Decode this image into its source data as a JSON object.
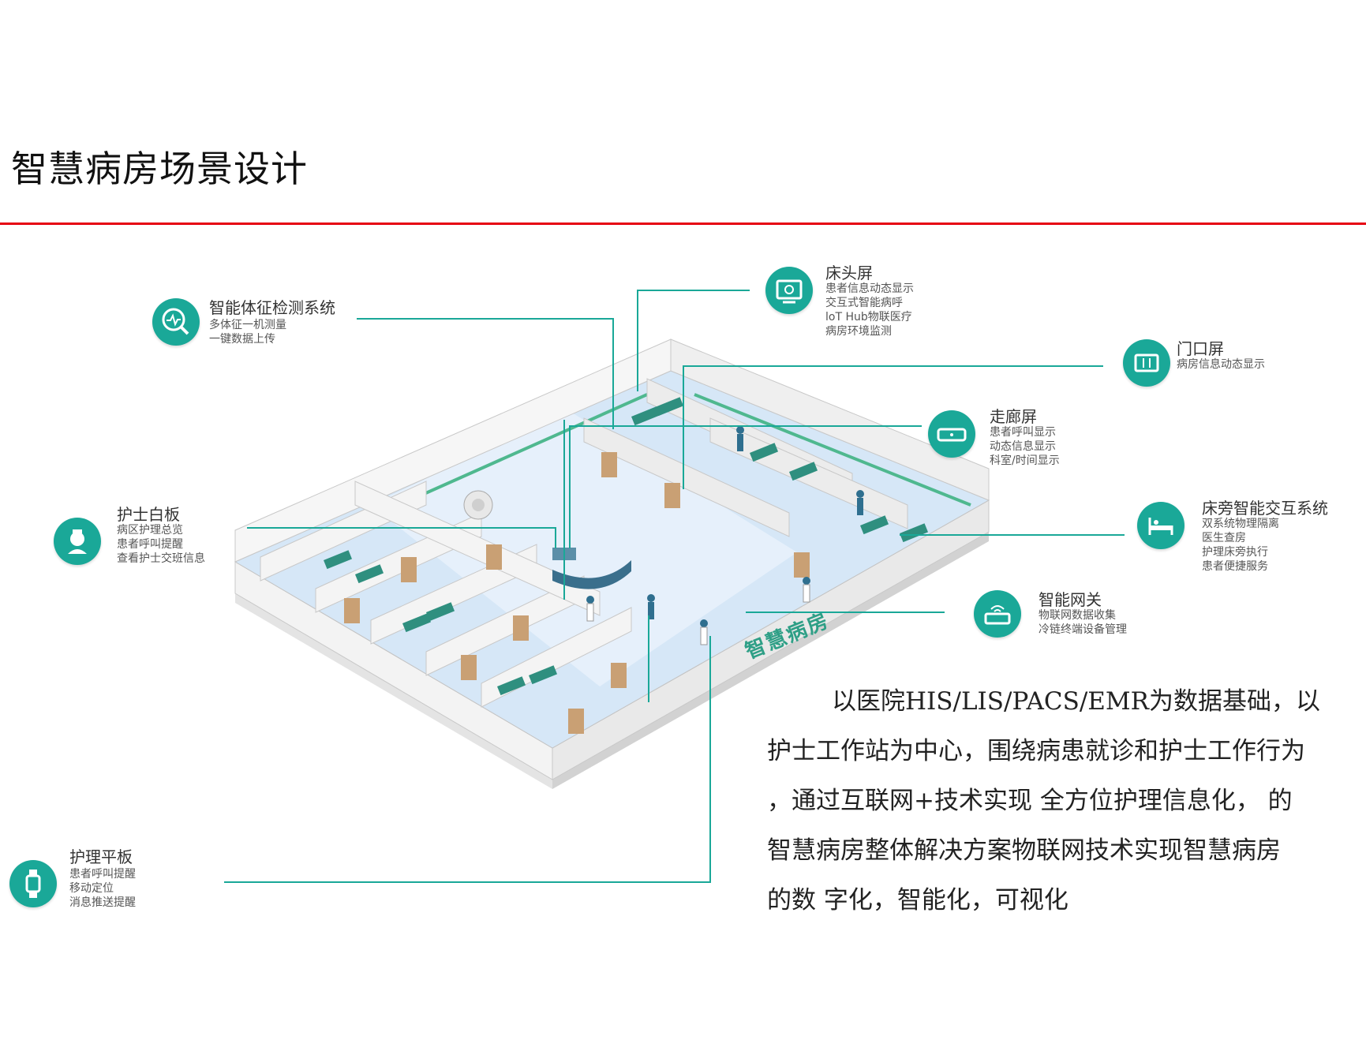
{
  "title": "智慧病房场景设计",
  "floor_label": "智慧病房",
  "colors": {
    "accent": "#1aa898",
    "rule": "#e60012",
    "floor": "#d6e7f7",
    "wall": "#eeeeee"
  },
  "callouts": [
    {
      "key": "vitals",
      "title": "智能体征检测系统",
      "icon": "vitals-search-icon",
      "lines": [
        "多体征一机测量",
        "一键数据上传"
      ]
    },
    {
      "key": "bedhead",
      "title": "床头屏",
      "icon": "bedside-monitor-icon",
      "lines": [
        "患者信息动态显示",
        "交互式智能病呼",
        "loT Hub物联医疗",
        "病房环境监测"
      ]
    },
    {
      "key": "door",
      "title": "门口屏",
      "icon": "door-screen-icon",
      "lines": [
        "病房信息动态显示"
      ]
    },
    {
      "key": "corridor",
      "title": "走廊屏",
      "icon": "corridor-screen-icon",
      "lines": [
        "患者呼叫显示",
        "动态信息显示",
        "科室/时间显示"
      ]
    },
    {
      "key": "whiteboard",
      "title": "护士白板",
      "icon": "nurse-icon",
      "lines": [
        "病区护理总览",
        "患者呼叫提醒",
        "查看护士交班信息"
      ]
    },
    {
      "key": "bedside",
      "title": "床旁智能交互系统",
      "icon": "hospital-bed-icon",
      "lines": [
        "双系统物理隔离",
        "医生查房",
        "护理床旁执行",
        "患者便捷服务"
      ]
    },
    {
      "key": "gateway",
      "title": "智能网关",
      "icon": "wifi-router-icon",
      "lines": [
        "物联网数据收集",
        "冷链终端设备管理"
      ]
    },
    {
      "key": "tablet",
      "title": "护理平板",
      "icon": "smartwatch-icon",
      "lines": [
        "患者呼叫提醒",
        "移动定位",
        "消息推送提醒"
      ]
    }
  ],
  "paragraph": [
    "以医院HIS/LIS/PACS/EMR为数据基础，以",
    "护士工作站为中心，围绕病患就诊和护士工作行为",
    "，通过互联网+技术实现  全方位护理信息化， 的",
    "智慧病房整体解决方案物联网技术实现智慧病房",
    "的数 字化，智能化，可视化"
  ]
}
